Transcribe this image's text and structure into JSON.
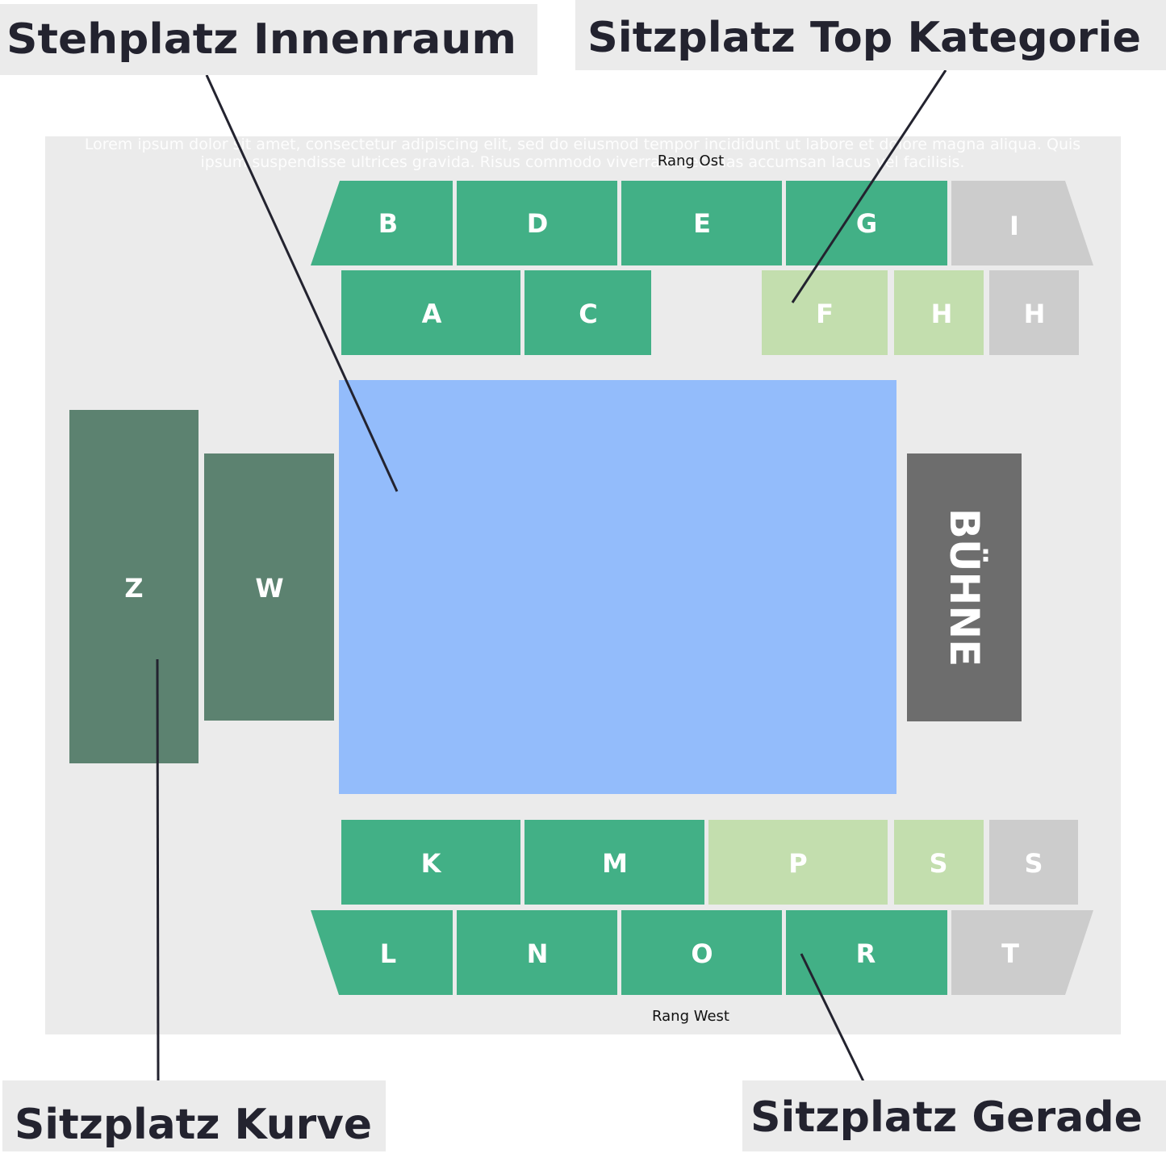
{
  "description_text": {
    "line1": "Lorem ipsum dolor sit amet, consectetur adipiscing elit, sed do eiusmod tempor incididunt ut labore et dolore magna aliqua. Quis",
    "line2": "ipsum suspendisse ultrices gravida. Risus commodo viverra maecenas accumsan lacus vel facilisis."
  },
  "rang_ost": "Rang Ost",
  "rang_west": "Rang West",
  "stage_label": "BÜHNE",
  "callouts": {
    "stehplatz_innenraum": "Stehplatz Innenraum",
    "sitzplatz_top_kategorie": "Sitzplatz Top Kategorie",
    "sitzplatz_kurve": "Sitzplatz Kurve",
    "sitzplatz_gerade": "Sitzplatz Gerade"
  },
  "colors": {
    "gerade": "#42b086",
    "top_kategorie": "#c3deae",
    "unavailable": "#cccccc",
    "kurve": "#5c8270",
    "innenraum": "#93bcfb",
    "stage": "#6d6d6d",
    "background": "#ebebeb"
  },
  "blocks": {
    "B": "B",
    "D": "D",
    "E": "E",
    "G": "G",
    "I": "I",
    "A": "A",
    "C": "C",
    "F": "F",
    "H1": "H",
    "H2": "H",
    "Z": "Z",
    "W": "W",
    "K": "K",
    "M": "M",
    "P": "P",
    "S1": "S",
    "S2": "S",
    "L": "L",
    "N": "N",
    "O": "O",
    "R": "R",
    "T": "T"
  }
}
